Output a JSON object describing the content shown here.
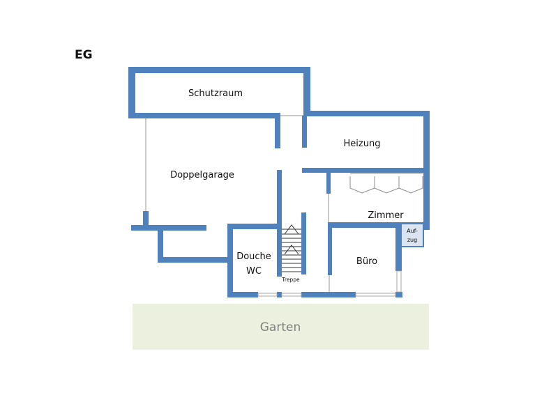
{
  "floor_label": "EG",
  "rooms": {
    "schutzraum": "Schutzraum",
    "doppelgarage": "Doppelgarage",
    "heizung": "Heizung",
    "zimmer": "Zimmer",
    "douche": "Douche",
    "wc": "WC",
    "buero": "Büro",
    "treppe": "Treppe",
    "aufzug_line1": "Auf-",
    "aufzug_line2": "zug"
  },
  "garden_label": "Garten",
  "colors": {
    "wall": "#4f81bd",
    "garden": "#ebf1de",
    "elevator": "#dbe5f1",
    "thin_line": "#a6a6a6"
  }
}
